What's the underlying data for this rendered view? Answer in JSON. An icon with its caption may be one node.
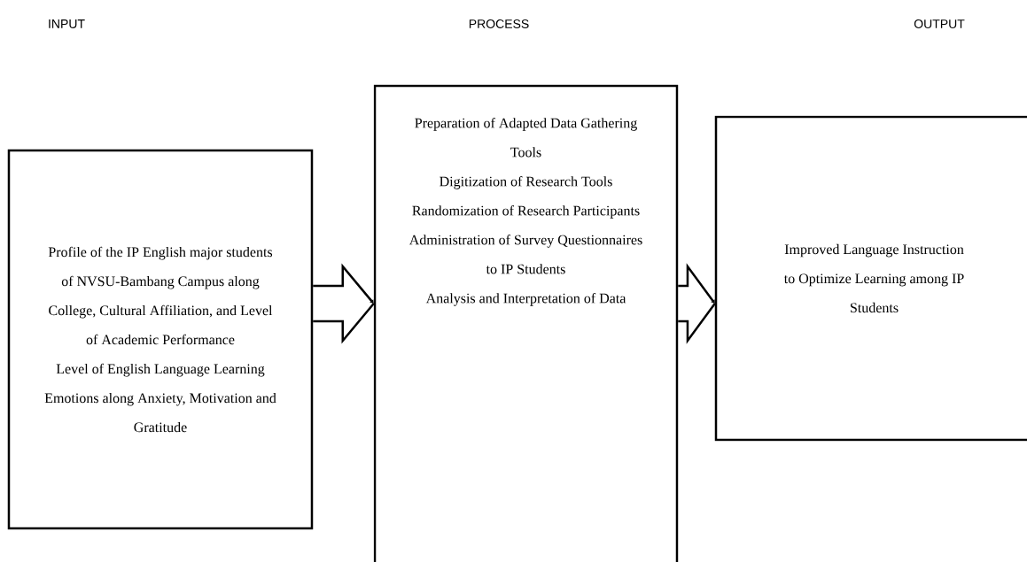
{
  "diagram": {
    "nodes": [
      {
        "text": [
          "Profile of the IP English major students of NVSU-Bambang Campus along College, Cultural Affiliation, and Level of Academic Performance",
          "Level of English Language Learning Emotions along Anxiety, Motivation and Gratitude"
        ]
      },
      {
        "text": [
          "Preparation of Adapted Data Gathering Tools",
          "Digitization of Research Tools",
          "Randomization of Research Participants",
          "Administration of Survey Questionnaires to IP Students",
          "Analysis and Interpretation of Data"
        ]
      },
      {
        "text": [
          "Improved Language Instruction to Optimize Learning among IP Students"
        ]
      }
    ],
    "edges": [
      {
        "from": 0,
        "to": 1,
        "arrow": "to"
      },
      {
        "from": 1,
        "to": 2,
        "arrow": "to"
      }
    ],
    "labels": [
      "INPUT",
      "PROCESS",
      "OUTPUT"
    ]
  }
}
